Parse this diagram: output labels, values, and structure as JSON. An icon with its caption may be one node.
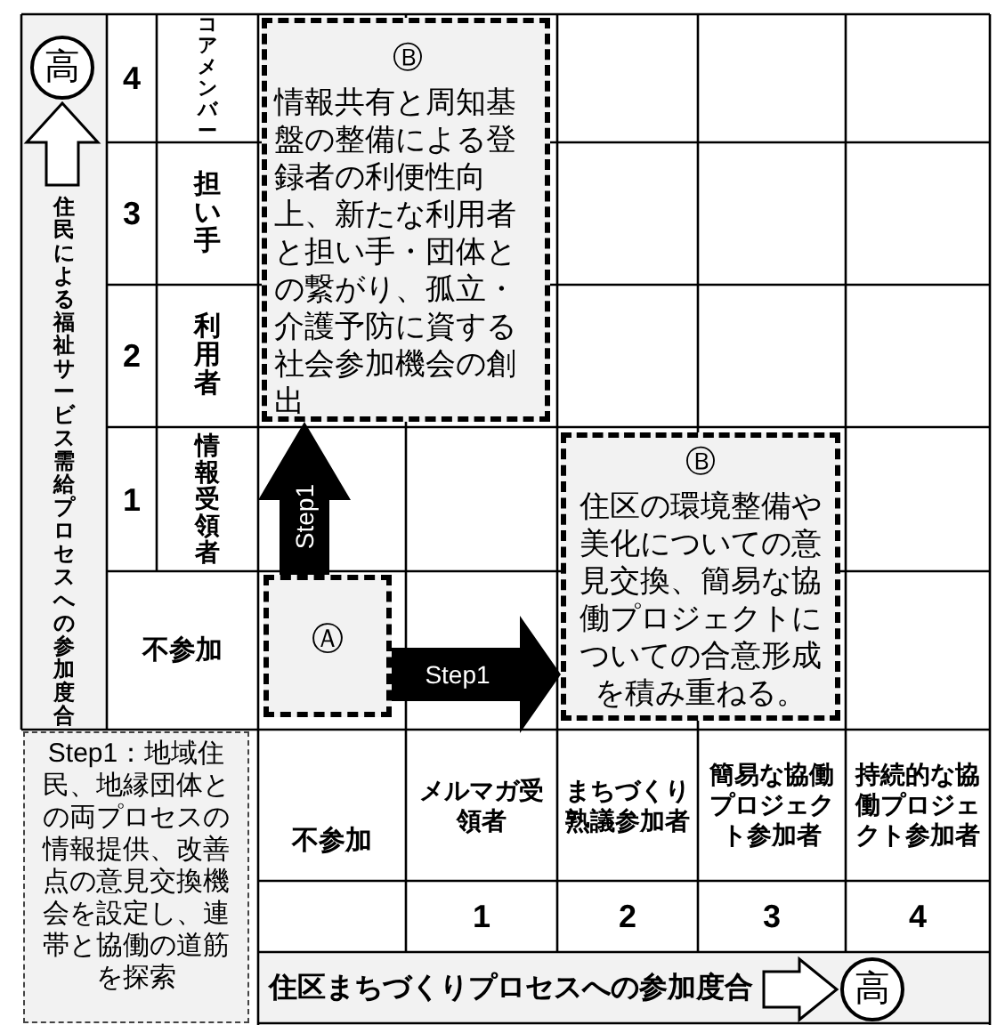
{
  "diagram": {
    "nodes": [
      {
        "text": [
          "高"
        ]
      },
      {
        "text": [
          "Ⓑ",
          "情報共有と周知基盤の整備による登録者の利便性向上、新たな利用者と担い手・団体との繋がり、孤立・介護予防に資する社会参加機会の創出"
        ]
      },
      {
        "text": [
          "Ⓑ",
          "住区の環境整備や美化についての意見交換、簡易な協働プロジェクトについての合意形成を積み重ねる。"
        ]
      },
      {
        "text": [
          "Ⓐ"
        ]
      },
      {
        "text": [
          "Step1：地域住民、地縁団体との両プロセスの情報提供、改善点の意見交換機会を設定し、連帯と協働の道筋を探索"
        ]
      },
      {
        "text": [
          "高"
        ]
      }
    ],
    "edges": [
      {
        "from": 3,
        "to": 1,
        "arrow": "to",
        "label": "Step1"
      },
      {
        "from": 3,
        "to": 2,
        "arrow": "to",
        "label": "Step1"
      }
    ],
    "labels": [
      "4",
      "コアメンバー",
      "3",
      "担い手",
      "2",
      "利用者",
      "1",
      "情報受領者",
      "不参加",
      "住民による福祉サービス需給プロセスへの参加度合",
      "不参加",
      "メルマガ受領者",
      "まちづくり熟議参加者",
      "簡易な協働プロジェクト参加者",
      "持続的な協働プロジェクト参加者",
      "1",
      "2",
      "3",
      "4",
      "住区まちづくりプロセスへの参加度合"
    ]
  }
}
